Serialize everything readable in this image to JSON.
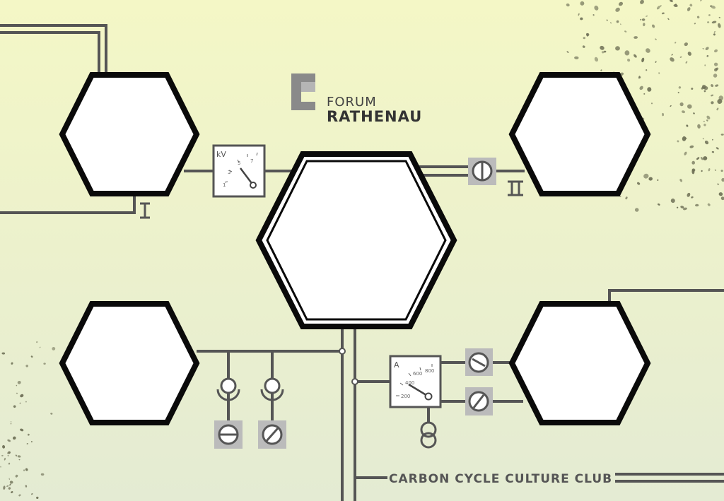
{
  "colors": {
    "background_top": "#f4f7c6",
    "background_bottom": "#e4ebd3",
    "hexagon_fill": "#ffffff",
    "hexagon_border": "#0a0a0a",
    "wire": "#555555",
    "component_bg": "#bbbbbb",
    "speckle": "#6d6f55"
  },
  "logo": {
    "mark": "C",
    "line1": "FORUM",
    "line2": "RATHENAU"
  },
  "kv_meter": {
    "unit": "kV",
    "ticks": [
      "1",
      "3",
      "5",
      "7"
    ]
  },
  "a_meter": {
    "unit": "A",
    "ticks": [
      "200",
      "400",
      "600",
      "800"
    ]
  },
  "labels": {
    "node_top_left": "I",
    "node_top_right": "II"
  },
  "footer": {
    "title": "CARBON CYCLE CULTURE CLUB"
  }
}
